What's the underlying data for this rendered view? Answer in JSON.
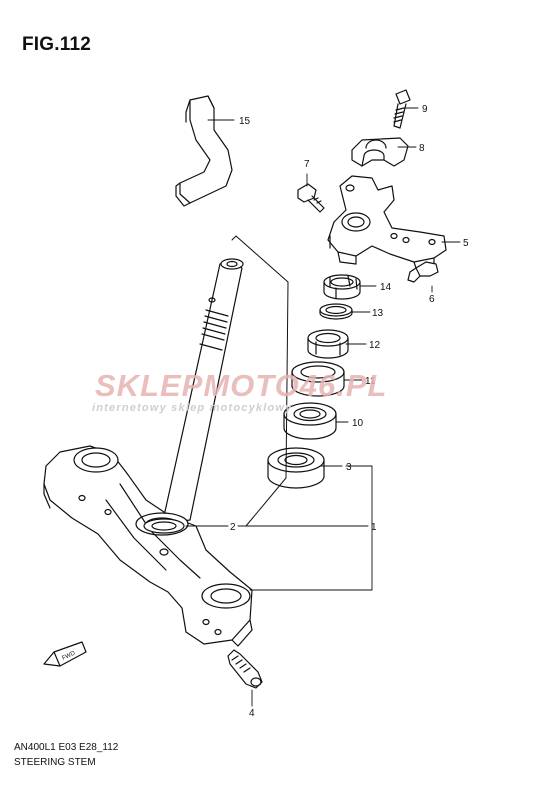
{
  "figure": {
    "title": "FIG.112",
    "code": "AN400L1 E03 E28_112",
    "name": "STEERING STEM"
  },
  "watermark": {
    "brand": "SKLEPMOTO46.PL",
    "tagline": "internetowy sklep motocyklowy"
  },
  "callouts": [
    "1",
    "2",
    "3",
    "4",
    "5",
    "6",
    "7",
    "8",
    "9",
    "10",
    "11",
    "12",
    "13",
    "14",
    "15"
  ],
  "direction_marker": "FWD"
}
